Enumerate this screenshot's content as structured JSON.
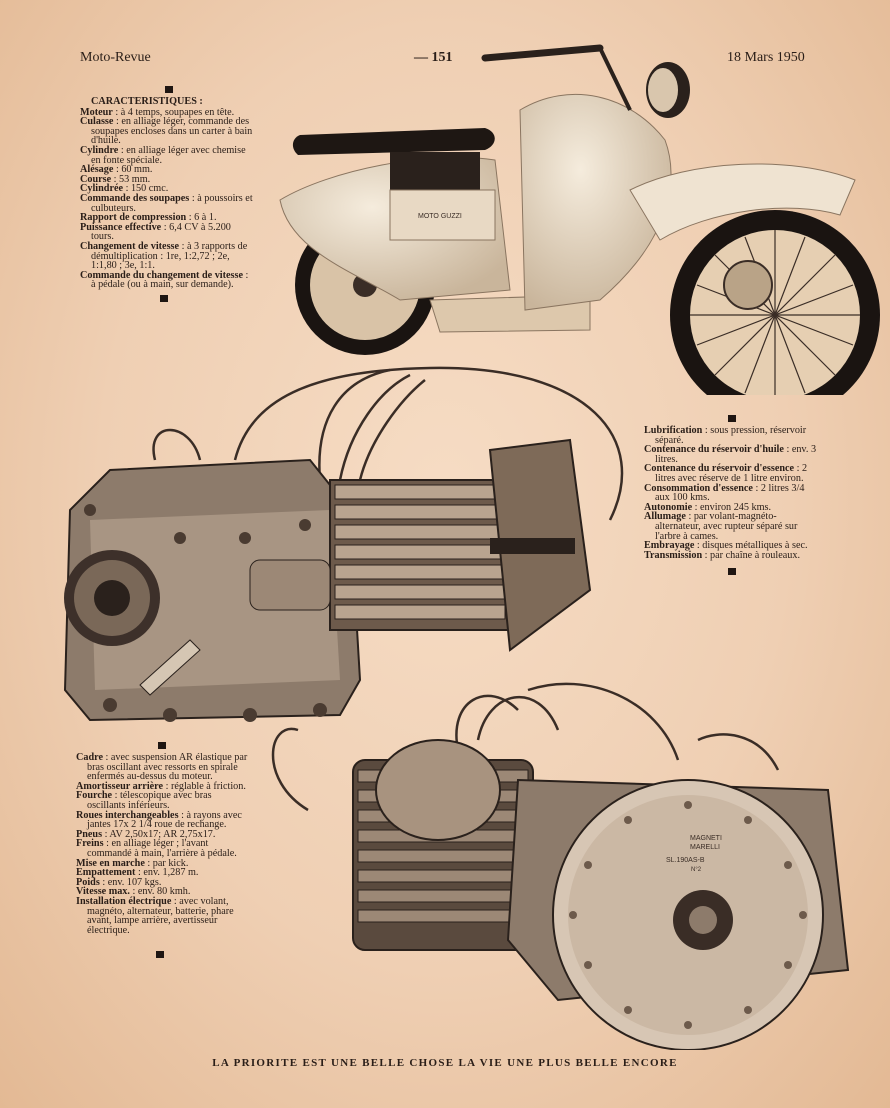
{
  "header": {
    "magazine": "Moto-Revue",
    "page_number": "— 151",
    "date": "18 Mars 1950"
  },
  "spec_top": {
    "title": "CARACTERISTIQUES :",
    "items": [
      {
        "key": "Moteur",
        "value": " : à 4 temps, soupapes en tête."
      },
      {
        "key": "Culasse",
        "value": " : en alliage léger, commande des soupapes encloses dans un carter à bain d'huile."
      },
      {
        "key": "Cylindre",
        "value": " : en alliage léger avec chemise en fonte spéciale."
      },
      {
        "key": "Alésage",
        "value": " : 60 mm."
      },
      {
        "key": "Course",
        "value": " : 53 mm."
      },
      {
        "key": "Cylindrée",
        "value": " : 150 cmc."
      },
      {
        "key": "Commande des soupapes",
        "value": " : à poussoirs et culbuteurs."
      },
      {
        "key": "Rapport de compression",
        "value": " : 6 à 1."
      },
      {
        "key": "Puissance effective",
        "value": " : 6,4 CV à 5.200 tours."
      },
      {
        "key": "Changement de vitesse",
        "value": " : à 3 rapports de démultiplication : 1re, 1:2,72 ; 2e, 1:1,80 ; 3e, 1:1."
      },
      {
        "key": "Commande du changement de vitesse",
        "value": " : à pédale (ou à main, sur demande)."
      }
    ]
  },
  "spec_right": {
    "items": [
      {
        "key": "Lubrification",
        "value": " : sous pression, réservoir séparé."
      },
      {
        "key": "Contenance du réservoir d'huile",
        "value": " : env. 3 litres."
      },
      {
        "key": "Contenance du réservoir d'essence",
        "value": " : 2 litres avec réserve de 1 litre environ."
      },
      {
        "key": "Consommation d'essence",
        "value": " : 2 litres 3/4 aux 100 kms."
      },
      {
        "key": "Autonomie",
        "value": " : environ 245 kms."
      },
      {
        "key": "Allumage",
        "value": " : par volant-magnéto-alternateur, avec rupteur séparé sur l'arbre à cames."
      },
      {
        "key": "Embrayage",
        "value": " : disques métalliques à sec."
      },
      {
        "key": "Transmission",
        "value": " : par chaîne à rouleaux."
      }
    ]
  },
  "spec_bottom": {
    "items": [
      {
        "key": "Cadre",
        "value": " : avec suspension AR élastique par bras oscillant avec ressorts en spirale enfermés au-dessus du moteur."
      },
      {
        "key": "Amortisseur arrière",
        "value": " : réglable à friction."
      },
      {
        "key": "Fourche",
        "value": " : télescopique avec bras oscillants inférieurs."
      },
      {
        "key": "Roues interchangeables",
        "value": " : à rayons avec jantes 17x 2 1/4 roue de rechange."
      },
      {
        "key": "Pneus",
        "value": " : AV 2,50x17; AR 2,75x17."
      },
      {
        "key": "Freins",
        "value": " : en alliage léger ; l'avant commandé à main, l'arrière à pédale."
      },
      {
        "key": "Mise en marche",
        "value": " : par kick."
      },
      {
        "key": "Empattement",
        "value": " : env. 1,287 m."
      },
      {
        "key": "Poids",
        "value": " : env. 107 kgs."
      },
      {
        "key": "Vitesse max.",
        "value": " : env. 80 kmh."
      },
      {
        "key": "Installation électrique",
        "value": " : avec volant, magnéto, alternateur, batterie, phare avant, lampe arrière, avertisseur électrique."
      }
    ]
  },
  "footer": {
    "slogan": "LA PRIORITE EST UNE BELLE CHOSE LA VIE UNE PLUS BELLE ENCORE"
  },
  "photos": {
    "scooter_badge": "MOTO GUZZI",
    "magneto_label_1": "MAGNETI",
    "magneto_label_2": "MARELLI",
    "magneto_label_3": "SL.190AS-B",
    "magneto_label_4": "N°2"
  }
}
